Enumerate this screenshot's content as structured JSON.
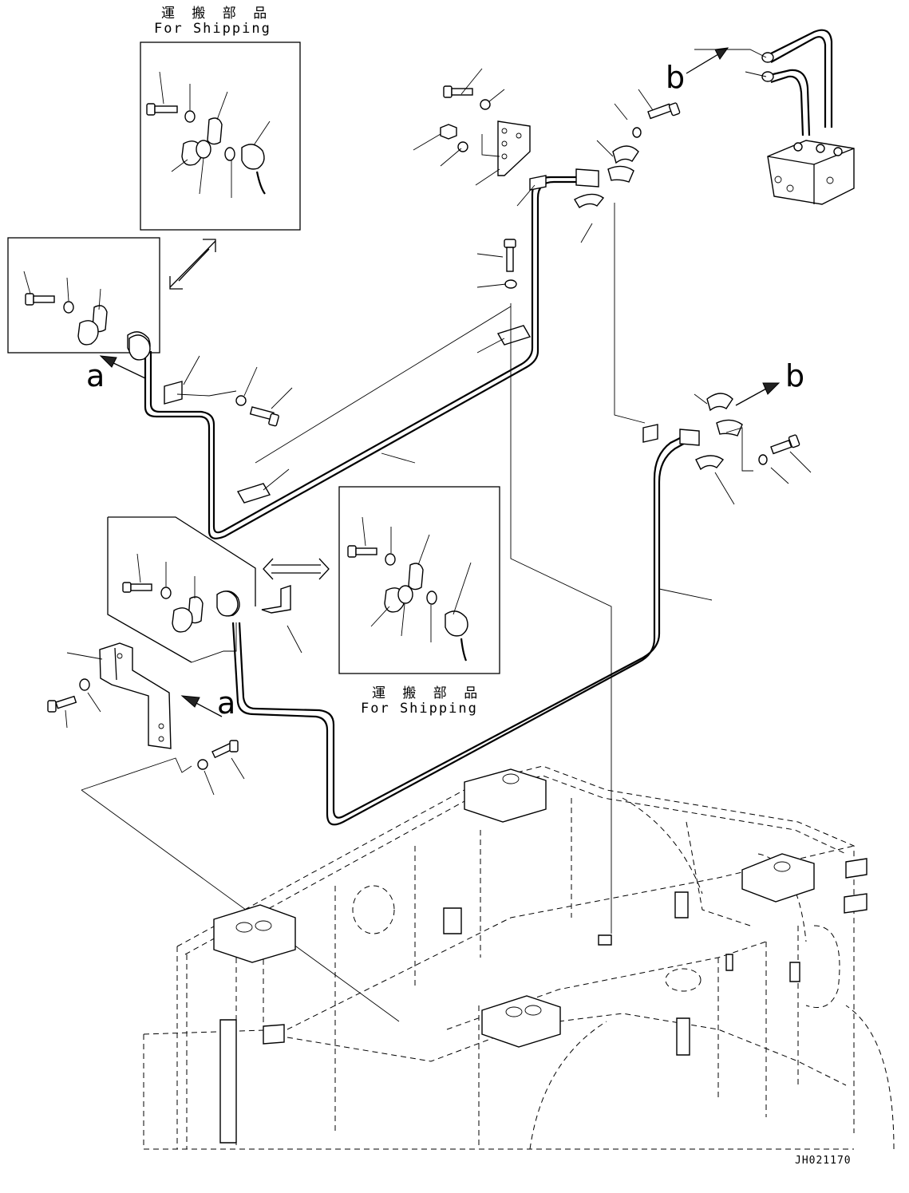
{
  "labels": {
    "shipping_top_jp": "運 搬 部 品",
    "shipping_top_en": "For Shipping",
    "shipping_mid_jp": "運 搬 部 品",
    "shipping_mid_en": "For Shipping",
    "ref_a_upper": "a",
    "ref_a_lower": "a",
    "ref_b_upper": "b",
    "ref_b_lower": "b",
    "drawing_code": "JH021170"
  },
  "colors": {
    "ink": "#000000",
    "paper": "#ffffff"
  },
  "icons": [
    "double-arrow-icon",
    "direction-arrow-icon"
  ]
}
